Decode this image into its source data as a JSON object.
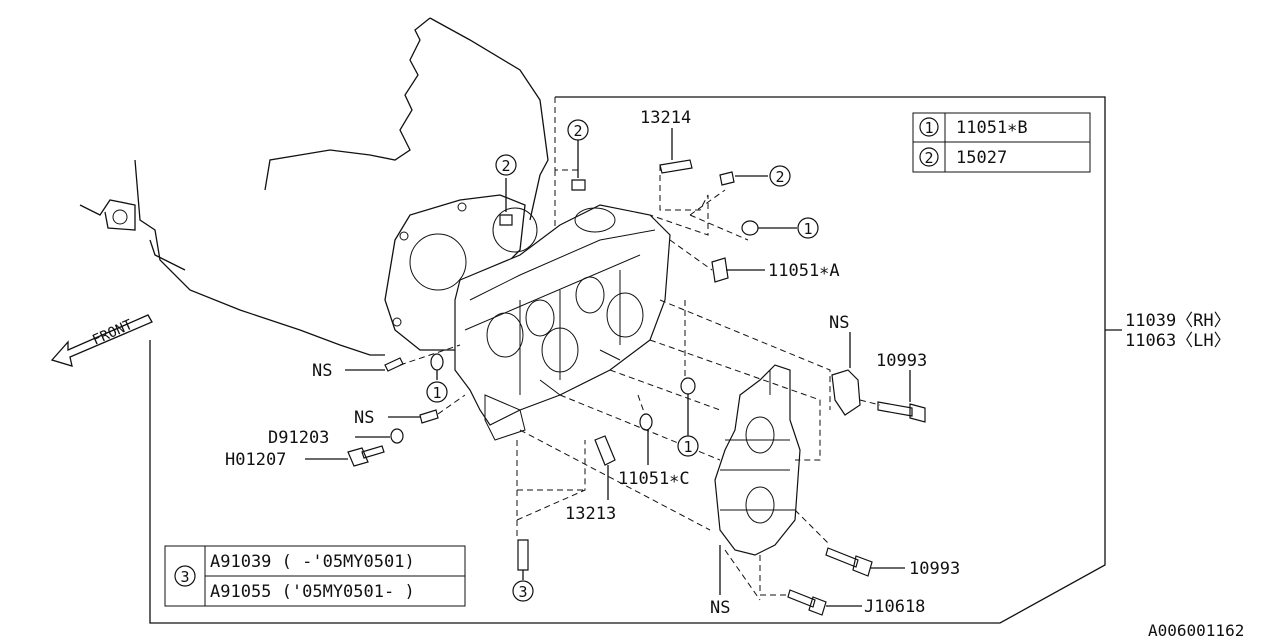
{
  "legend_top": [
    {
      "num": "1",
      "code": "11051∗B"
    },
    {
      "num": "2",
      "code": "15027"
    }
  ],
  "legend_bottom": {
    "num": "3",
    "rows": [
      "A91039 ( -'05MY0501)",
      "A91055 ('05MY0501- )"
    ]
  },
  "front_label": "FRONT",
  "part_labels": {
    "p13214": "13214",
    "p11051A": "11051∗A",
    "p11039": "11039〈RH〉",
    "p11063": "11063〈LH〉",
    "p10993_top": "10993",
    "p10993_bottom": "10993",
    "p11051C": "11051∗C",
    "p13213": "13213",
    "pD91203": "D91203",
    "pH01207": "H01207",
    "pJ10618": "J10618",
    "ns1": "NS",
    "ns2": "NS",
    "ns3": "NS",
    "ns4": "NS"
  },
  "callouts": {
    "c2a": "2",
    "c2b": "2",
    "c2c": "2",
    "c1a": "1",
    "c1b": "1",
    "c1c": "1",
    "c3": "3"
  },
  "diagram_id": "A006001162"
}
